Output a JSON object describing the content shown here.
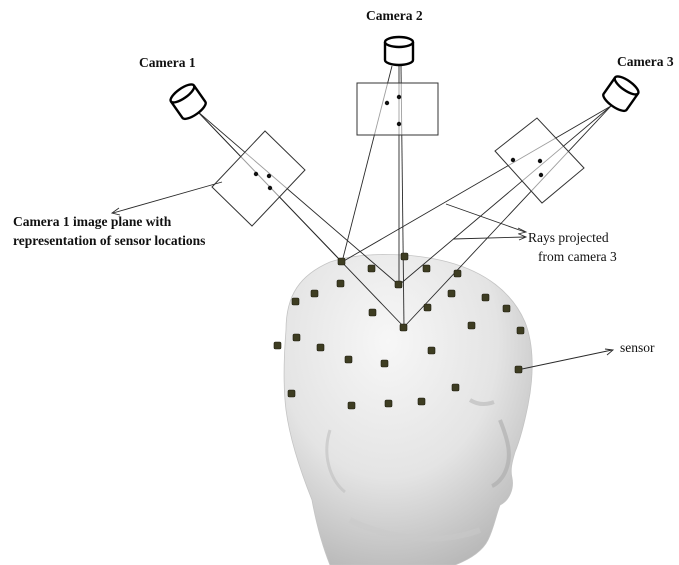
{
  "labels": {
    "camera1": "Camera 1",
    "camera2": "Camera 2",
    "camera3": "Camera 3",
    "image_plane_line1": "Camera 1 image plane with",
    "image_plane_line2": "representation of sensor locations",
    "rays_line1": "Rays projected",
    "rays_line2": "from camera 3",
    "sensor": "sensor"
  },
  "colors": {
    "head_light": "#f4f4f4",
    "head_mid": "#d9d9d9",
    "head_shadow": "#a9a9a9",
    "sensor": "#3e3d22",
    "line": "#2a2a2a"
  },
  "icons": [
    "camera-1-icon",
    "camera-2-icon",
    "camera-3-icon"
  ]
}
